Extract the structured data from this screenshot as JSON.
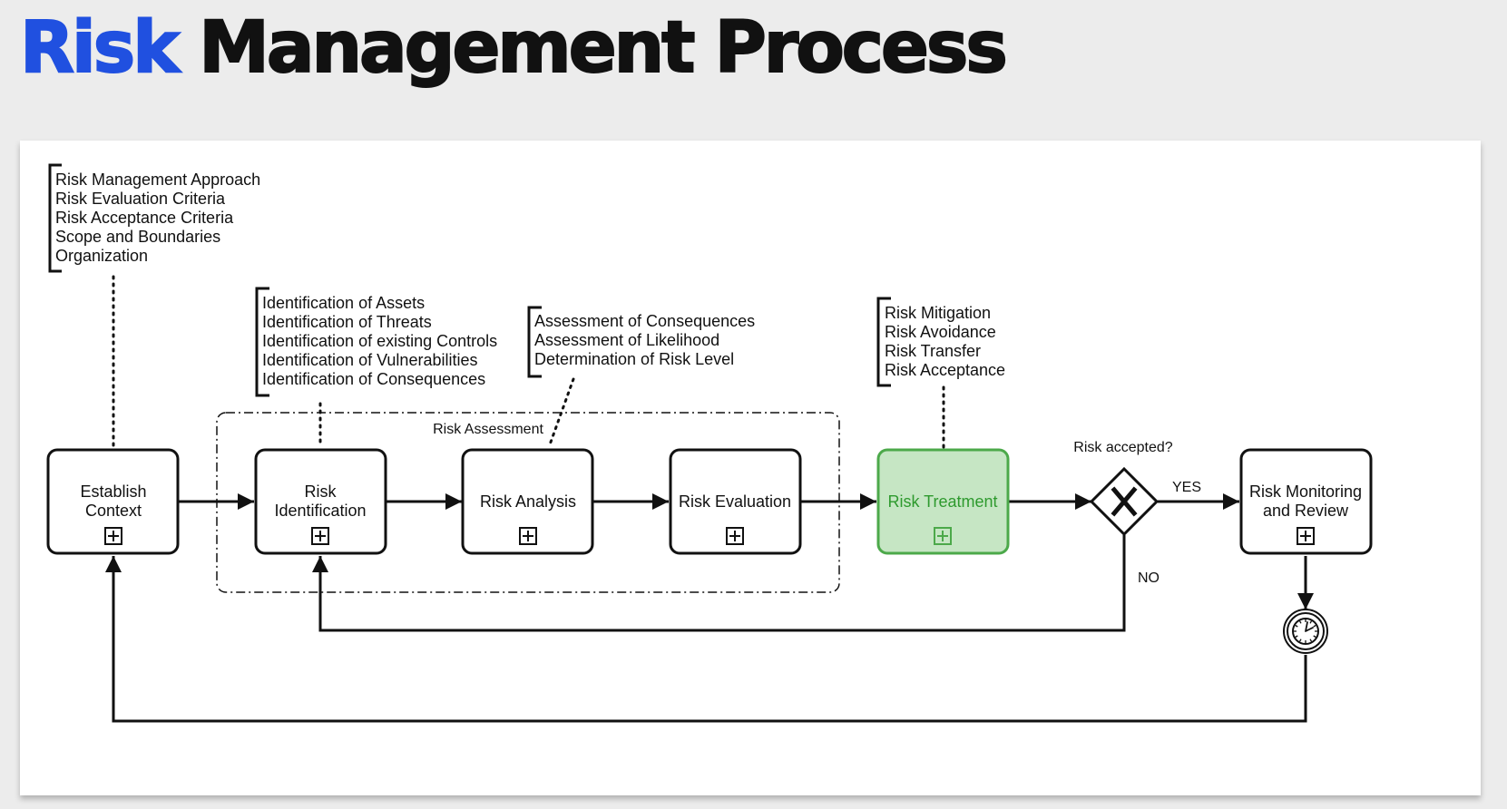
{
  "title": {
    "accent": "Risk",
    "rest": "Management Process"
  },
  "annotations": {
    "context": [
      "Risk Management Approach",
      "Risk Evaluation Criteria",
      "Risk Acceptance Criteria",
      "Scope and Boundaries",
      "Organization"
    ],
    "identification": [
      "Identification of Assets",
      "Identification of Threats",
      "Identification of existing Controls",
      "Identification of Vulnerabilities",
      "Identification of Consequences"
    ],
    "analysis": [
      "Assessment of Consequences",
      "Assessment of Likelihood",
      "Determination of Risk Level"
    ],
    "treatment": [
      "Risk Mitigation",
      "Risk Avoidance",
      "Risk Transfer",
      "Risk Acceptance"
    ]
  },
  "group_label": "Risk Assessment",
  "tasks": {
    "establish": [
      "Establish",
      "Context"
    ],
    "identification": [
      "Risk",
      "Identification"
    ],
    "analysis": [
      "Risk Analysis"
    ],
    "evaluation": [
      "Risk Evaluation"
    ],
    "treatment": [
      "Risk Treatment"
    ],
    "monitoring": [
      "Risk Monitoring",
      "and Review"
    ]
  },
  "gateway": {
    "question": "Risk accepted?",
    "yes": "YES",
    "no": "NO"
  },
  "colors": {
    "accent": "#2050e0",
    "highlight_fill": "#c6e6c4",
    "highlight_stroke": "#4ca94a",
    "highlight_text": "#2e9a2e"
  }
}
